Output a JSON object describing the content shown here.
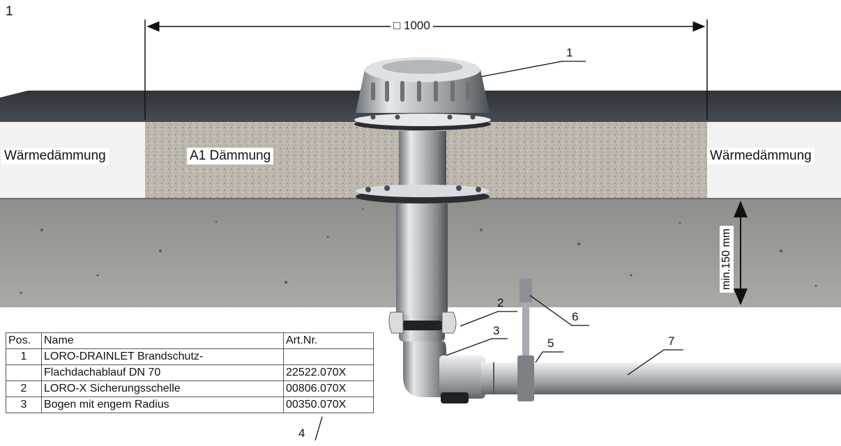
{
  "figure_number": "1",
  "dimension_label": "□ 1000",
  "labels": {
    "insulation_left": "Wärmedämmung",
    "insulation_right": "Wärmedämmung",
    "a1_insulation": "A1 Dämmung",
    "min_thickness": "min.150 mm"
  },
  "callouts": [
    "1",
    "2",
    "3",
    "4",
    "5",
    "6",
    "7"
  ],
  "table": {
    "headers": [
      "Pos.",
      "Name",
      "Art.Nr."
    ],
    "rows": [
      [
        "1",
        "LORO-DRAINLET Brandschutz-",
        ""
      ],
      [
        "",
        "Flachdachablauf DN 70",
        "22522.070X"
      ],
      [
        "2",
        "LORO-X Sicherungsschelle",
        "00806.070X"
      ],
      [
        "3",
        "Bogen mit engem Radius",
        "00350.070X"
      ]
    ]
  },
  "colors": {
    "roof_membrane": "#3c4247",
    "insulation": "#f0f0f0",
    "a1_mineral": "#bdb7ad",
    "concrete": "#9c9c98",
    "steel": "#c7cbcf"
  }
}
